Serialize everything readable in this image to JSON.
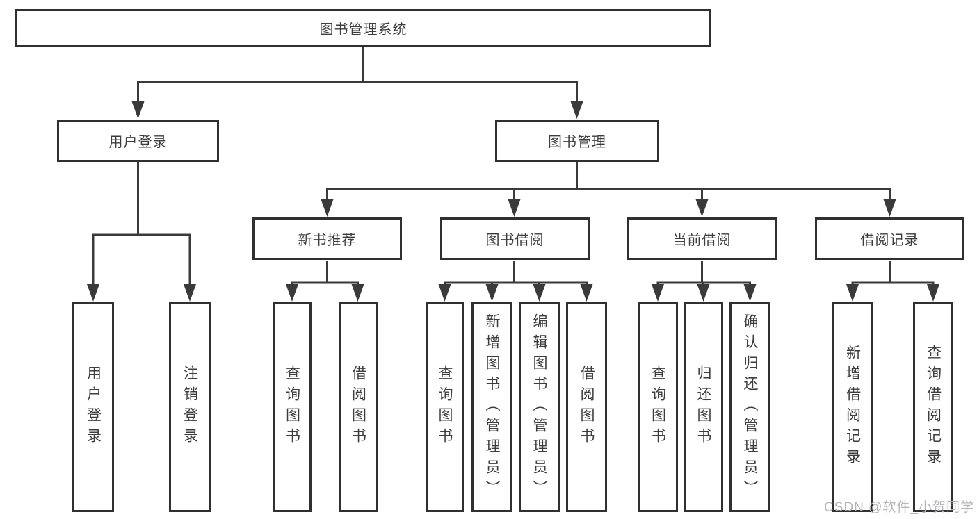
{
  "tree": {
    "root": "图书管理系统",
    "children": [
      {
        "label": "用户登录",
        "children": [
          {
            "label": "用户登录"
          },
          {
            "label": "注销登录"
          }
        ]
      },
      {
        "label": "图书管理",
        "children": [
          {
            "label": "新书推荐",
            "children": [
              {
                "label": "查询图书"
              },
              {
                "label": "借阅图书"
              }
            ]
          },
          {
            "label": "图书借阅",
            "children": [
              {
                "label": "查询图书"
              },
              {
                "label": "新增图书（管理员）"
              },
              {
                "label": "编辑图书（管理员）"
              },
              {
                "label": "借阅图书"
              }
            ]
          },
          {
            "label": "当前借阅",
            "children": [
              {
                "label": "查询图书"
              },
              {
                "label": "归还图书"
              },
              {
                "label": "确认归还（管理员）"
              }
            ]
          },
          {
            "label": "借阅记录",
            "children": [
              {
                "label": "新增借阅记录"
              },
              {
                "label": "查询借阅记录"
              }
            ]
          }
        ]
      }
    ]
  },
  "watermark": "CSDN @软件_小贺同学",
  "colors": {
    "line": "#3a3a3a",
    "text": "#3d3d3d",
    "box_bg": "#ffffff",
    "watermark": "#b5b5b8"
  }
}
